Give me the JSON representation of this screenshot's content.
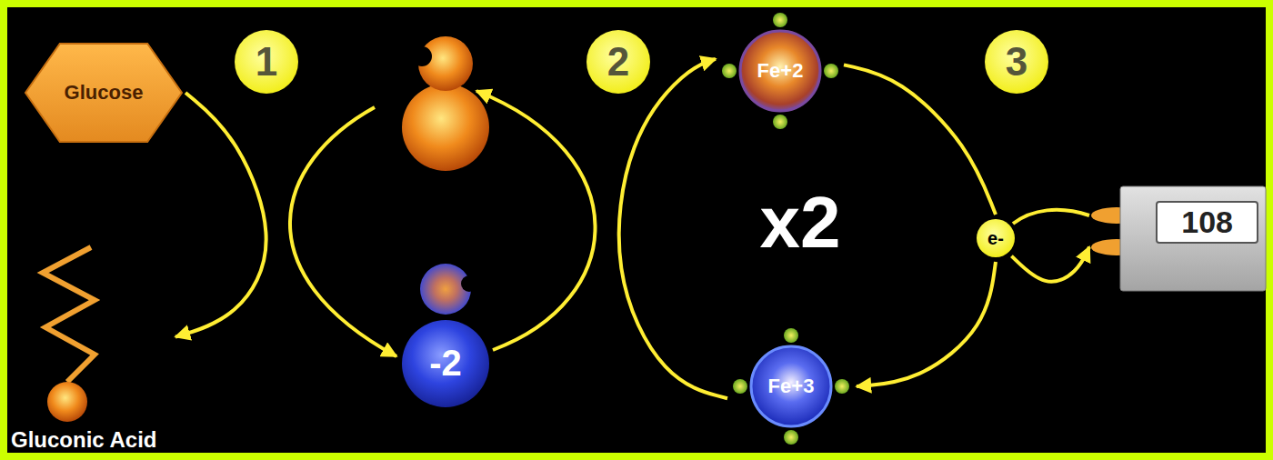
{
  "diagram": {
    "nodes": [
      {
        "text": [
          "Glucose"
        ]
      },
      {
        "text": [
          "1"
        ]
      },
      {
        "text": [
          "2"
        ]
      },
      {
        "text": [
          "Fe+2"
        ]
      },
      {
        "text": [
          "3"
        ]
      },
      {
        "text": [
          "e-"
        ]
      },
      {
        "text": [
          "108"
        ]
      },
      {
        "text": [
          "Gluconic Acid"
        ]
      },
      {
        "text": [
          "-2"
        ]
      },
      {
        "text": [
          "Fe+3"
        ]
      }
    ],
    "edges": [
      {
        "from": 0,
        "to": 7,
        "arrow": "to"
      },
      {
        "from": 9,
        "to": 3,
        "arrow": "to"
      },
      {
        "from": 3,
        "to": 5,
        "arrow": "none"
      },
      {
        "from": 5,
        "to": 9,
        "arrow": "to"
      },
      {
        "from": 5,
        "to": 6,
        "arrow": "to"
      }
    ],
    "labels": [
      "x2"
    ]
  }
}
